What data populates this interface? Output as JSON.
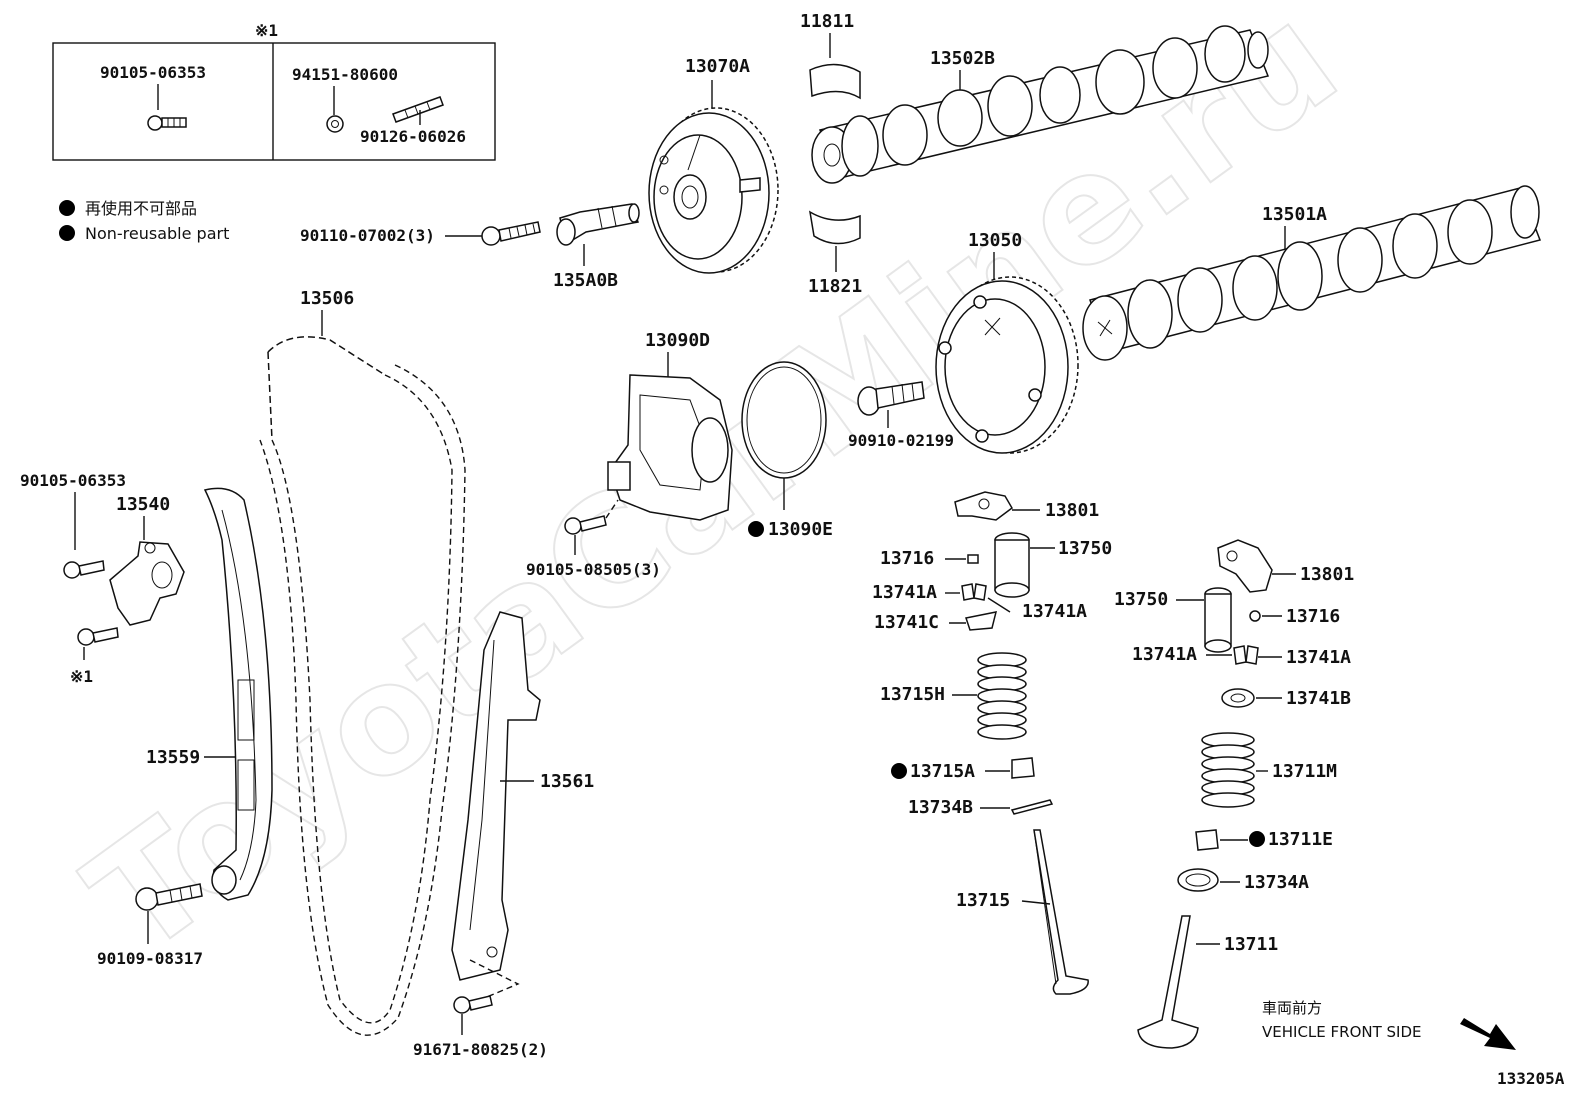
{
  "diagram_code": "133205A",
  "watermark": "ToyotaCarMine.ru",
  "inset_box": {
    "marker": "※1",
    "left_part": "90105-06353",
    "right_parts": [
      "94151-80600",
      "90126-06026"
    ]
  },
  "legend": {
    "jp": "再使用不可部品",
    "en": "Non-reusable part"
  },
  "front_side": {
    "jp": "車両前方",
    "en": "VEHICLE FRONT SIDE"
  },
  "labels": {
    "p13070A": "13070A",
    "p11811": "11811",
    "p13502B": "13502B",
    "p90110": "90110-07002(3)",
    "p135A0B": "135A0B",
    "p11821": "11821",
    "p13050": "13050",
    "p13501A": "13501A",
    "p13506": "13506",
    "p13090D": "13090D",
    "p90910": "90910-02199",
    "p13090E": "13090E",
    "p90105_08505": "90105-08505(3)",
    "p90105_06353": "90105-06353",
    "p13540": "13540",
    "p_ref1": "※1",
    "p13559": "13559",
    "p13561": "13561",
    "p90109": "90109-08317",
    "p91671": "91671-80825(2)",
    "p13801a": "13801",
    "p13716a": "13716",
    "p13750a": "13750",
    "p13741Aa": "13741A",
    "p13741Ab": "13741A",
    "p13741C": "13741C",
    "p13715H": "13715H",
    "p13715A": "13715A",
    "p13734B": "13734B",
    "p13715": "13715",
    "p13801b": "13801",
    "p13750b": "13750",
    "p13716b": "13716",
    "p13741Ac": "13741A",
    "p13741Ad": "13741A",
    "p13741B": "13741B",
    "p13711M": "13711M",
    "p13711E": "13711E",
    "p13734A": "13734A",
    "p13711": "13711"
  }
}
